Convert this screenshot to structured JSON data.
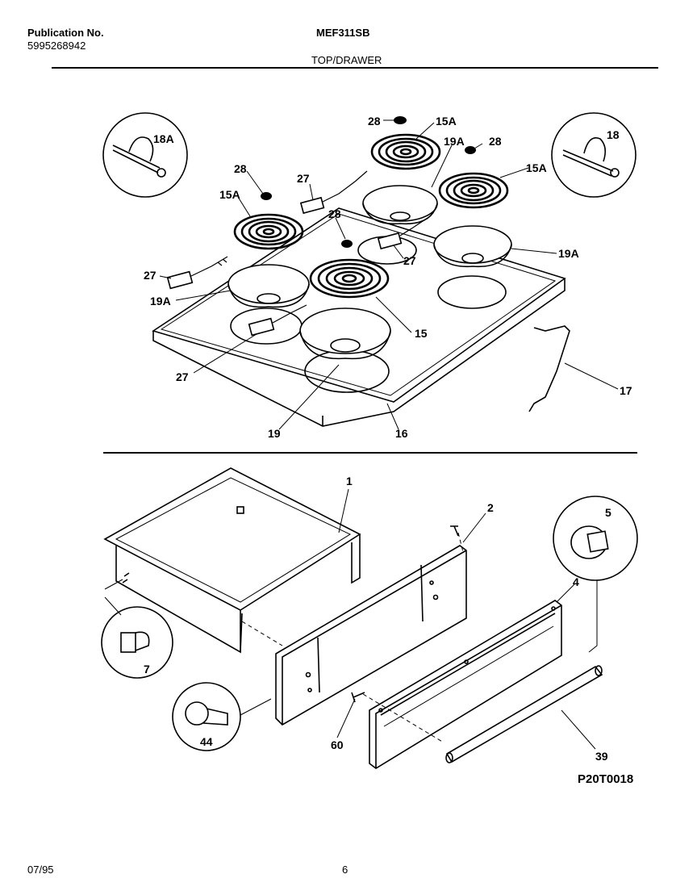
{
  "header": {
    "publication_label": "Publication No.",
    "publication_number": "5995268942",
    "model": "MEF311SB",
    "section": "TOP/DRAWER"
  },
  "callouts": {
    "c28a": "28",
    "c15a_top": "15A",
    "c18a": "18A",
    "c19a_top": "19A",
    "c28b": "28",
    "c18": "18",
    "c28c": "28",
    "c27a": "27",
    "c15a_right": "15A",
    "c15a_left": "15A",
    "c28d": "28",
    "c27b": "27",
    "c19a_right": "19A",
    "c27c": "27",
    "c19a_left": "19A",
    "c15": "15",
    "c27d": "27",
    "c17": "17",
    "c19": "19",
    "c16": "16",
    "c1": "1",
    "c2": "2",
    "c5": "5",
    "c4": "4",
    "c7": "7",
    "c44": "44",
    "c60": "60",
    "c39": "39"
  },
  "diagram_code": "P20T0018",
  "footer": {
    "date": "07/95",
    "page": "6"
  }
}
